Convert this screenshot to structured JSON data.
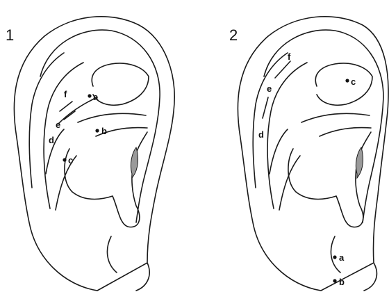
{
  "panels": [
    {
      "number": "1",
      "labels": {
        "a": "a",
        "b": "b",
        "c": "c",
        "d": "d",
        "e": "e",
        "f": "f"
      }
    },
    {
      "number": "2",
      "labels": {
        "a": "a",
        "b": "b",
        "c": "c",
        "d": "d",
        "e": "e",
        "f": "f"
      }
    }
  ],
  "colors": {
    "stroke": "#1a1a1a",
    "shade": "#9a9a9a",
    "background": "#ffffff"
  },
  "icons": {
    "ear_outline": "ear-outline-icon"
  }
}
